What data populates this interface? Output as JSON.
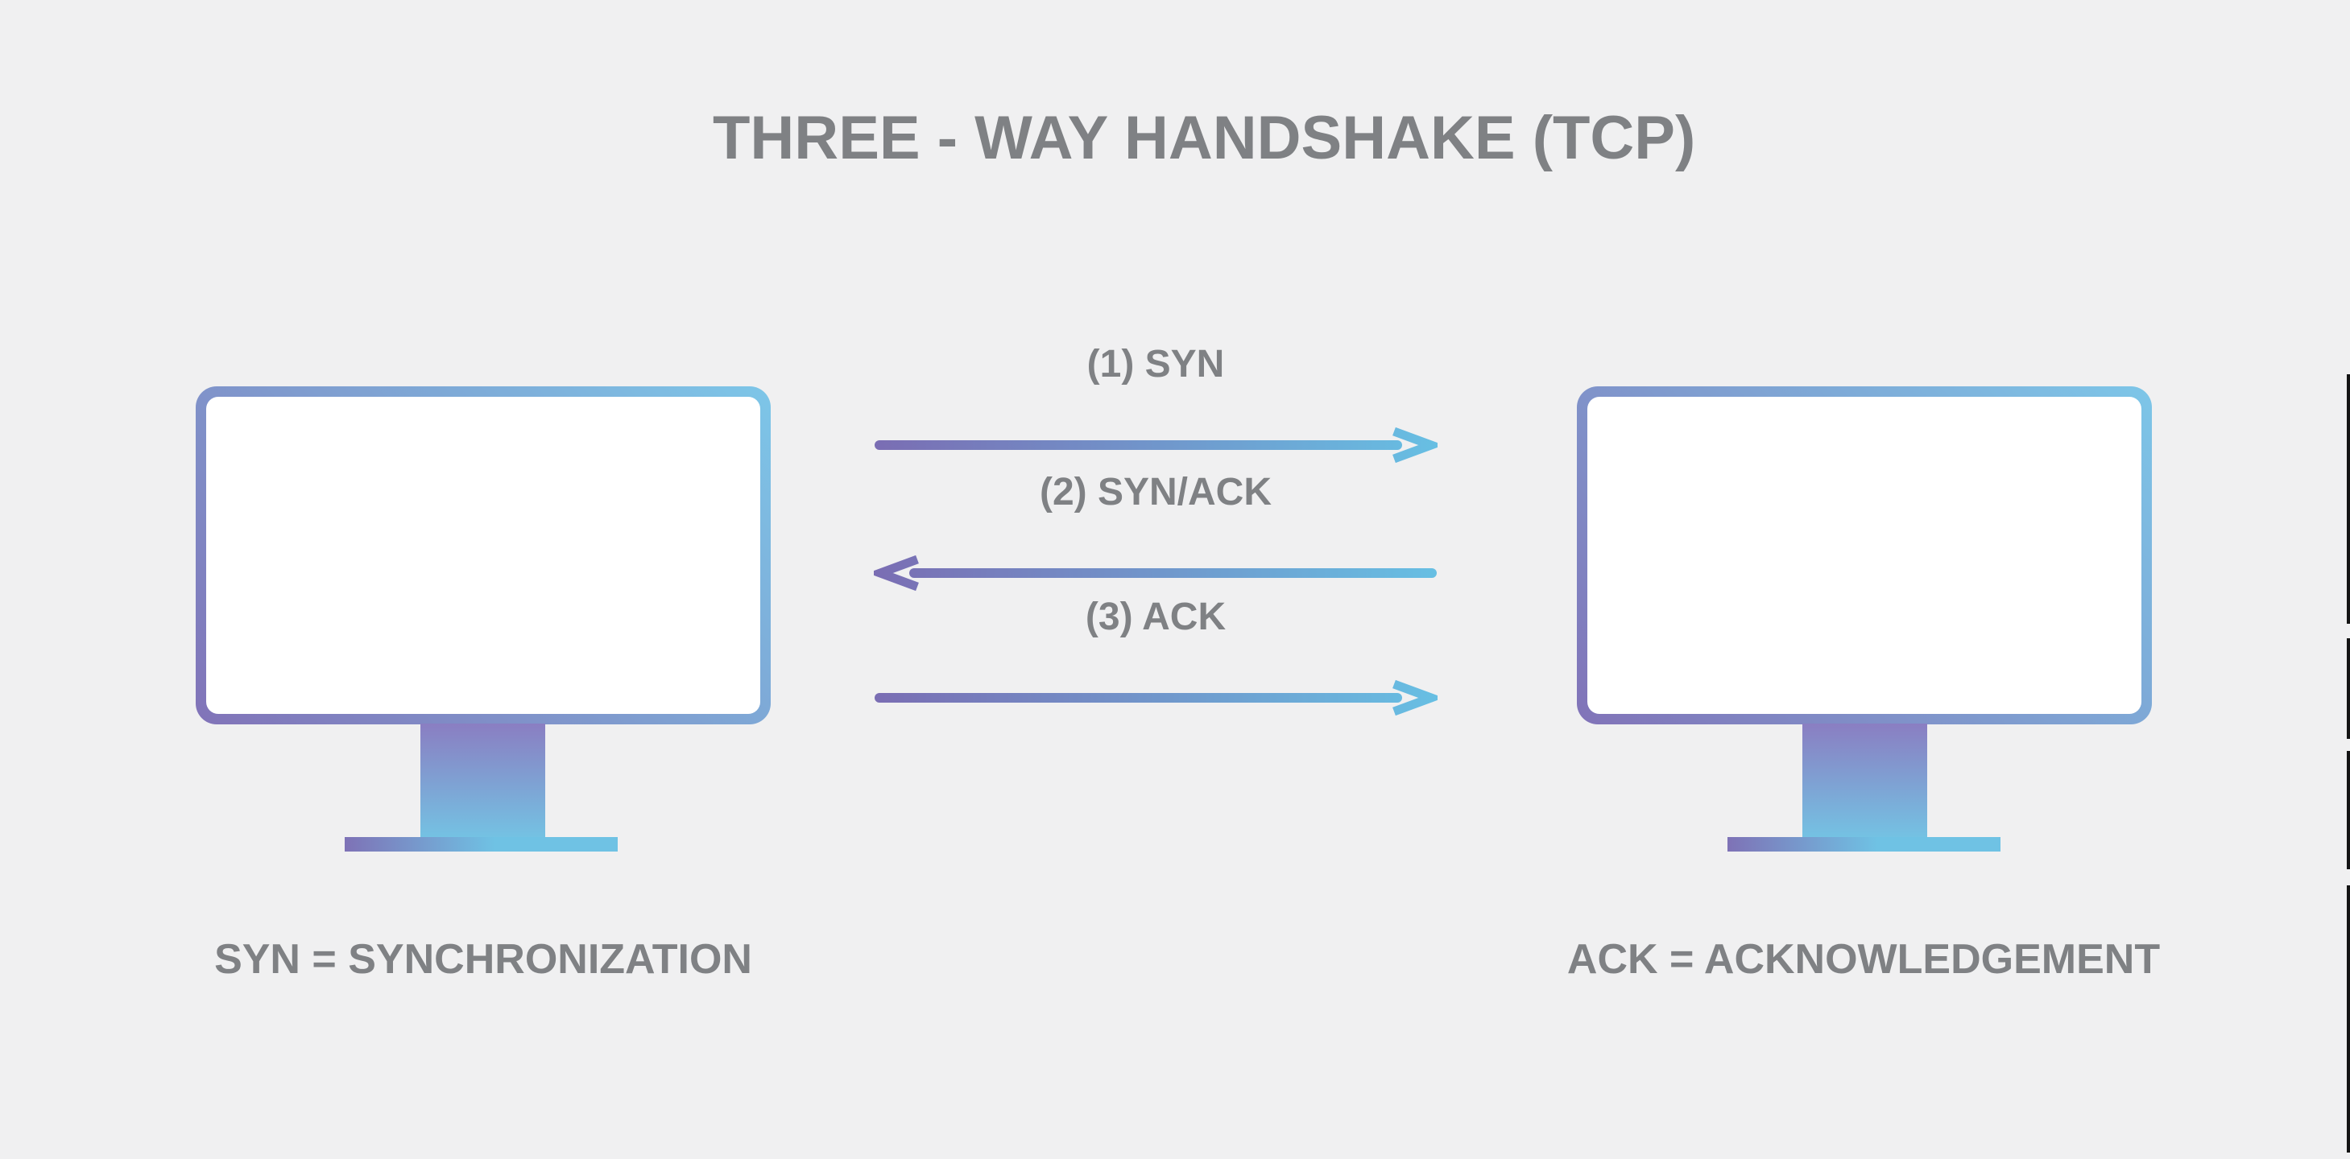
{
  "page": {
    "background": "#f0f0f1"
  },
  "title": {
    "text": "THREE - WAY HANDSHAKE (TCP)",
    "color": "#7f8184"
  },
  "palette": {
    "gradient_purple": "#8173b8",
    "gradient_mid_blue": "#7f9ed0",
    "gradient_cyan": "#7dc6e8",
    "arrow_purple": "#7a6db3",
    "arrow_cyan": "#67bfe3",
    "text_gray": "#7f8184",
    "screen_white": "#ffffff"
  },
  "handshake": {
    "messages": [
      {
        "label": "(1) SYN",
        "direction": "right"
      },
      {
        "label": "(2) SYN/ACK",
        "direction": "left"
      },
      {
        "label": "(3) ACK",
        "direction": "right"
      }
    ],
    "left_caption": "SYN = SYNCHRONIZATION",
    "right_caption": "ACK = ACKNOWLEDGEMENT"
  }
}
